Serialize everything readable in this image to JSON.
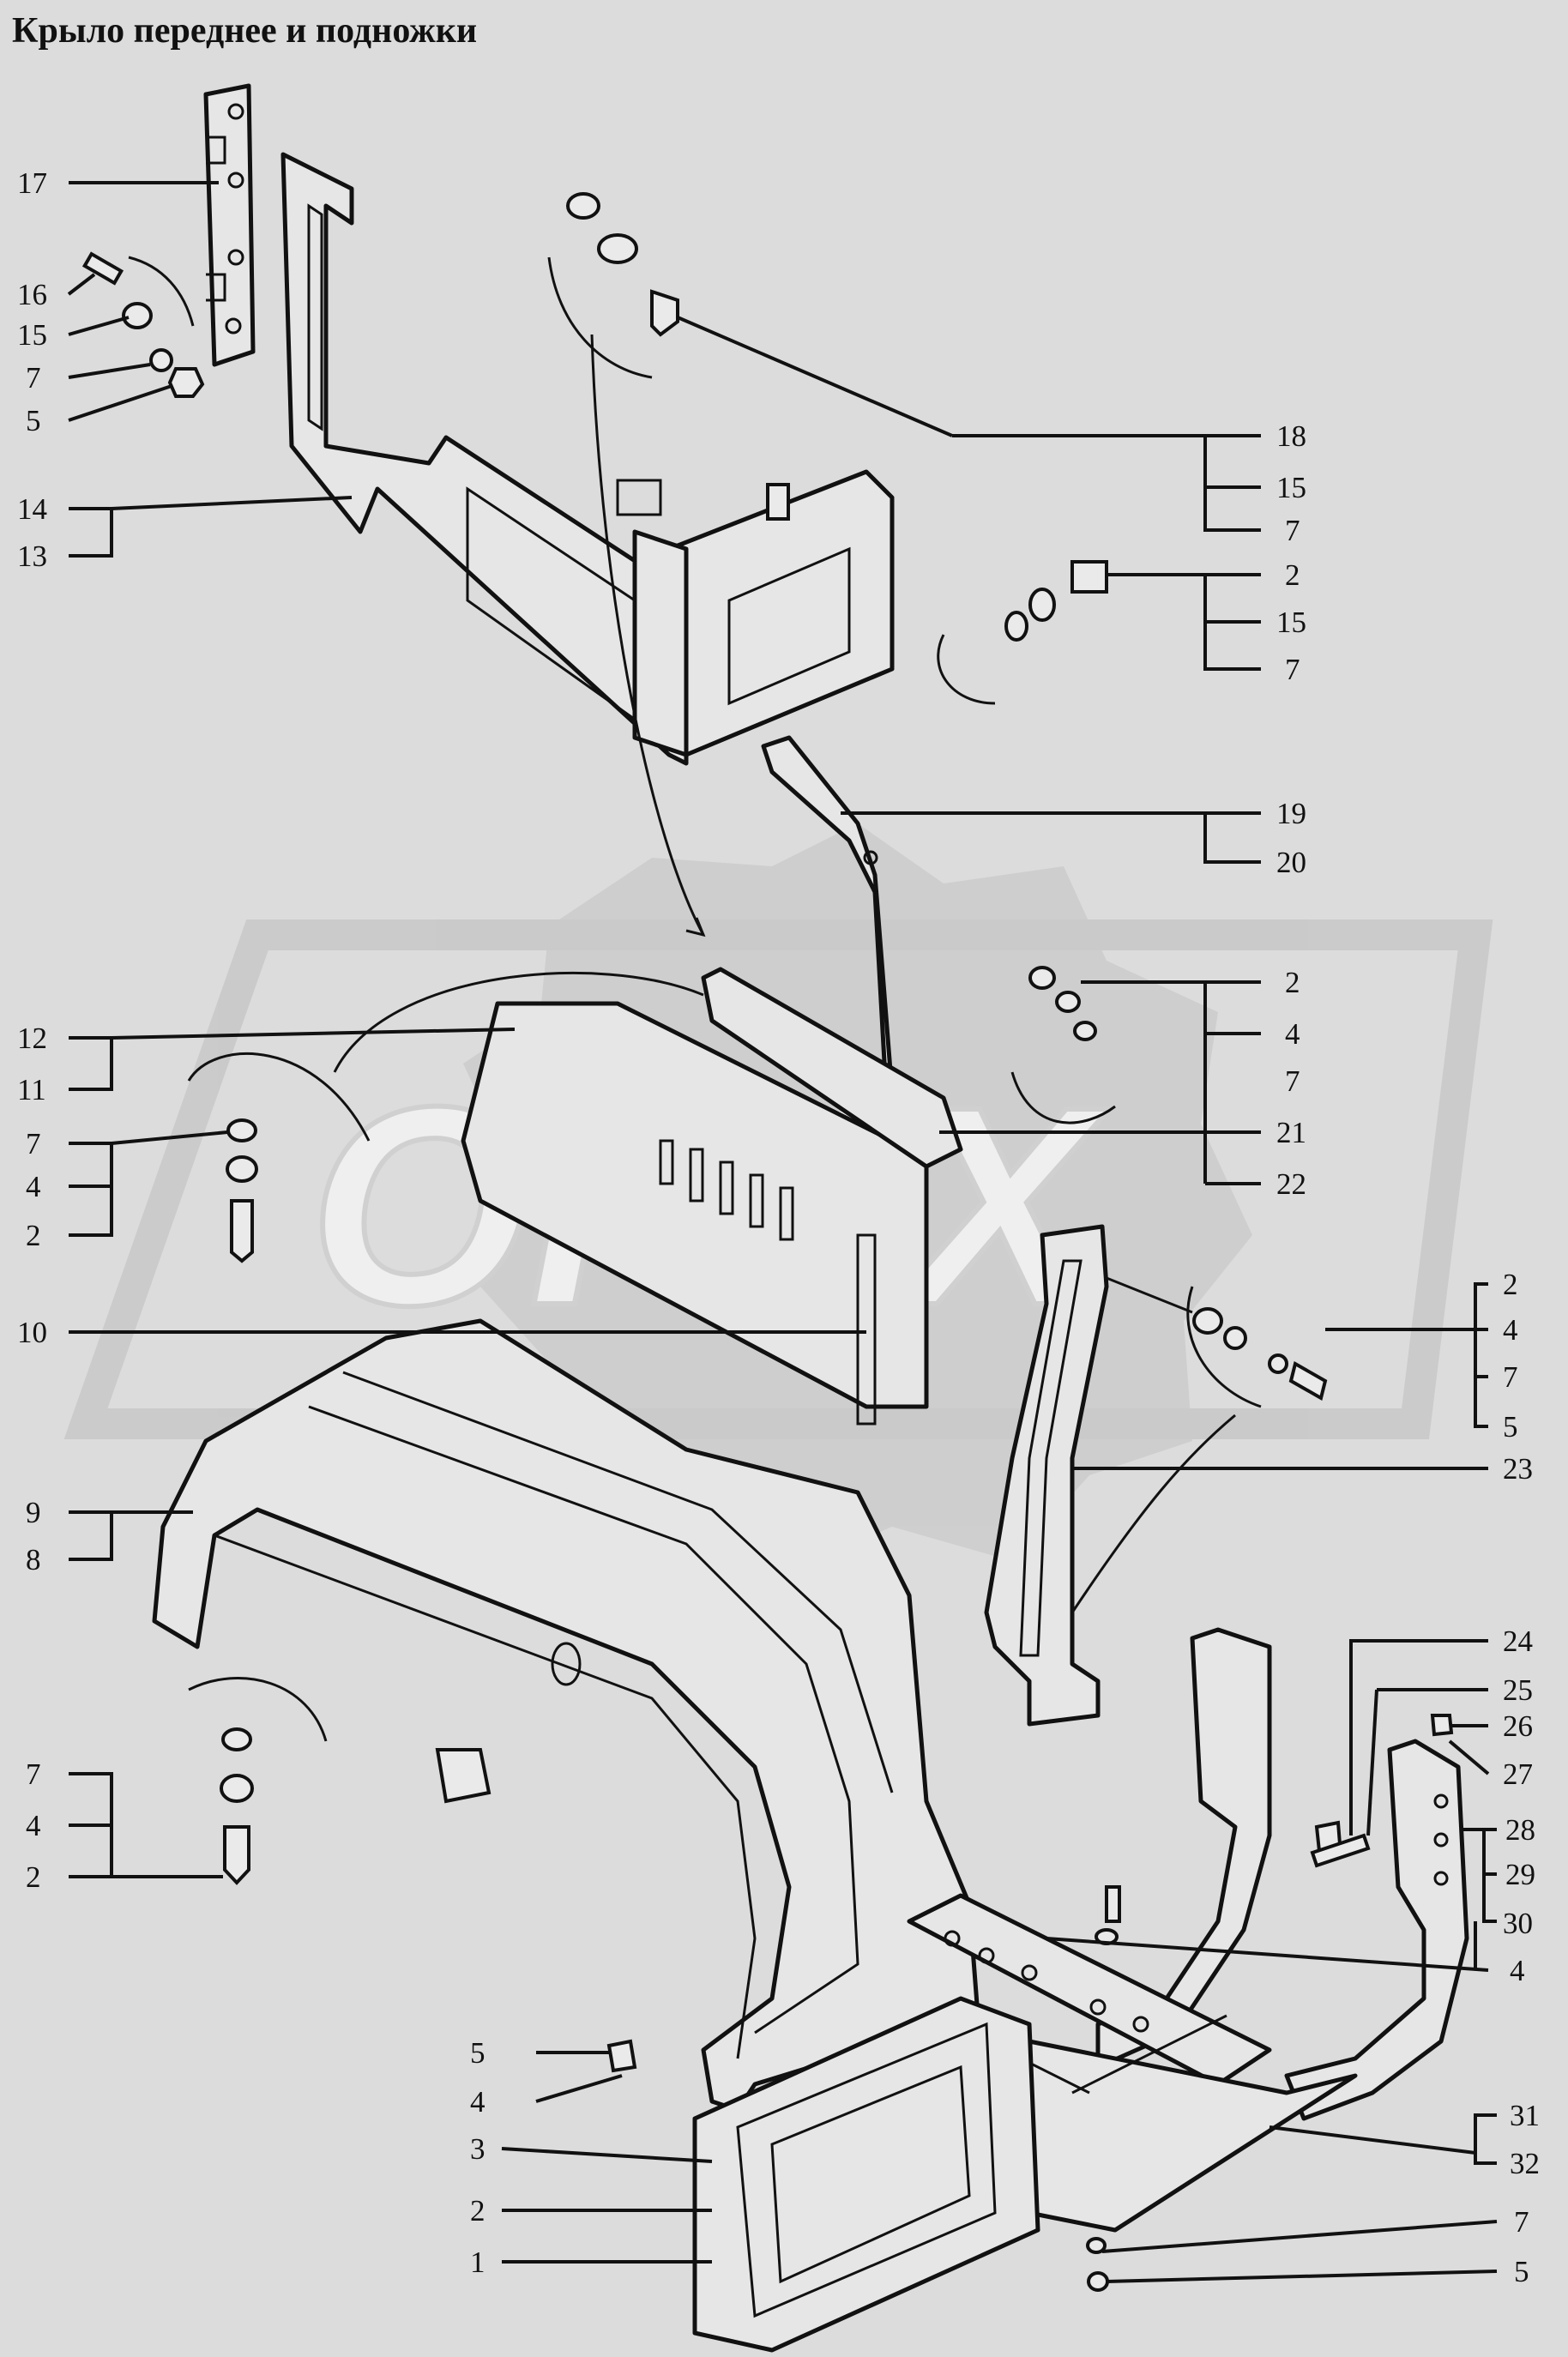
{
  "title": "Крыло переднее и подножки",
  "watermark": "OPEX",
  "labels": [
    {
      "id": "l17",
      "text": "17"
    },
    {
      "id": "l16",
      "text": "16"
    },
    {
      "id": "l15a",
      "text": "15"
    },
    {
      "id": "l7a",
      "text": "7"
    },
    {
      "id": "l5a",
      "text": "5"
    },
    {
      "id": "l14",
      "text": "14"
    },
    {
      "id": "l13",
      "text": "13"
    },
    {
      "id": "l18",
      "text": "18"
    },
    {
      "id": "l15b",
      "text": "15"
    },
    {
      "id": "l7b",
      "text": "7"
    },
    {
      "id": "l2a",
      "text": "2"
    },
    {
      "id": "l15c",
      "text": "15"
    },
    {
      "id": "l7c",
      "text": "7"
    },
    {
      "id": "l19",
      "text": "19"
    },
    {
      "id": "l20",
      "text": "20"
    },
    {
      "id": "l2b",
      "text": "2"
    },
    {
      "id": "l4b",
      "text": "4"
    },
    {
      "id": "l7d",
      "text": "7"
    },
    {
      "id": "l21",
      "text": "21"
    },
    {
      "id": "l22",
      "text": "22"
    },
    {
      "id": "l12",
      "text": "12"
    },
    {
      "id": "l11",
      "text": "11"
    },
    {
      "id": "l7e",
      "text": "7"
    },
    {
      "id": "l4e",
      "text": "4"
    },
    {
      "id": "l2e",
      "text": "2"
    },
    {
      "id": "l10",
      "text": "10"
    },
    {
      "id": "l2f",
      "text": "2"
    },
    {
      "id": "l4f",
      "text": "4"
    },
    {
      "id": "l7f",
      "text": "7"
    },
    {
      "id": "l5f",
      "text": "5"
    },
    {
      "id": "l23",
      "text": "23"
    },
    {
      "id": "l9",
      "text": "9"
    },
    {
      "id": "l8",
      "text": "8"
    },
    {
      "id": "l7g",
      "text": "7"
    },
    {
      "id": "l4g",
      "text": "4"
    },
    {
      "id": "l2g",
      "text": "2"
    },
    {
      "id": "l24",
      "text": "24"
    },
    {
      "id": "l25",
      "text": "25"
    },
    {
      "id": "l26",
      "text": "26"
    },
    {
      "id": "l27",
      "text": "27"
    },
    {
      "id": "l28",
      "text": "28"
    },
    {
      "id": "l29",
      "text": "29"
    },
    {
      "id": "l30",
      "text": "30"
    },
    {
      "id": "l4h",
      "text": "4"
    },
    {
      "id": "l31",
      "text": "31"
    },
    {
      "id": "l32",
      "text": "32"
    },
    {
      "id": "l7h",
      "text": "7"
    },
    {
      "id": "l5h",
      "text": "5"
    },
    {
      "id": "l5i",
      "text": "5"
    },
    {
      "id": "l4i",
      "text": "4"
    },
    {
      "id": "l3",
      "text": "3"
    },
    {
      "id": "l2i",
      "text": "2"
    },
    {
      "id": "l1",
      "text": "1"
    }
  ]
}
